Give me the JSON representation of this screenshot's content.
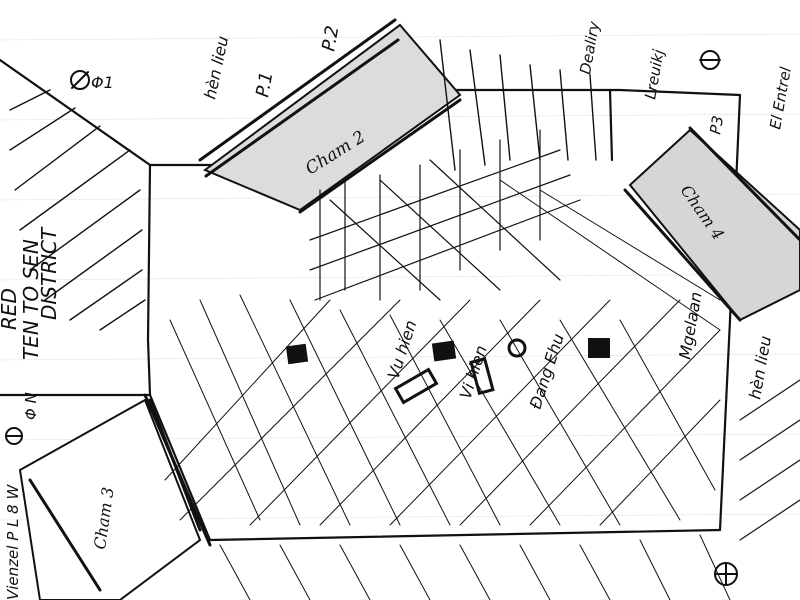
{
  "labels": {
    "district": "TEN TOSEN RED DISTRICT",
    "district_line1": "TEN TO SEN",
    "district_line2": "RED",
    "district_line3": "DISTRICT",
    "circle_top_left": "Φ1",
    "hen_lieu_top": "hèn lieu",
    "p1": "P.1",
    "p2": "P.2",
    "cham_top": "Cham 2",
    "cham_right": "Cham 4",
    "cham_bottom_left": "Cham 3",
    "hen_lieu_right": "hèn lieu",
    "vu_hien": "Vu hien",
    "vi_hien": "Vi hien",
    "dang_ehu": "Đang Ehu",
    "bottom_left_vertical": "Vienzel P L 8 W",
    "top_right_1": "Dealiry",
    "top_right_2": "Lreuikj",
    "top_right_3": "El Entrel",
    "p3": "P3",
    "circle_bottom_right": "Φ",
    "circle_left": "Φ N",
    "mid_right_vertical": "Mgelaan"
  },
  "colors": {
    "ink": "#111111",
    "paper": "#ffffff",
    "shade": "#cfcfcf"
  }
}
